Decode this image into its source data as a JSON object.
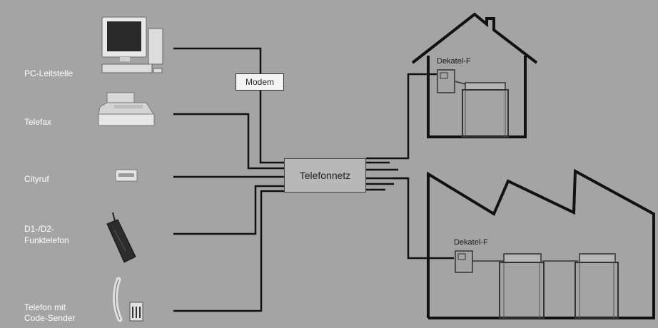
{
  "devices": [
    {
      "label": "PC-Leitstelle",
      "icon": "computer-icon"
    },
    {
      "label": "Telefax",
      "icon": "fax-icon"
    },
    {
      "label": "Cityruf",
      "icon": "pager-icon"
    },
    {
      "label_line1": "D1-/D2-",
      "label_line2": "Funktelefon",
      "icon": "mobile-phone-icon"
    },
    {
      "label_line1": "Telefon mit",
      "label_line2": "Code-Sender",
      "icon": "telephone-icon"
    }
  ],
  "modem": {
    "label": "Modem"
  },
  "network": {
    "label": "Telefonnetz"
  },
  "sites": [
    {
      "name": "house",
      "device_label": "Dekatel-F"
    },
    {
      "name": "factory",
      "device_label": "Dekatel-F"
    }
  ],
  "colors": {
    "background": "#a4a4a4",
    "line": "#111111",
    "label": "#ffffff",
    "network_box": "#b8b8b8"
  }
}
